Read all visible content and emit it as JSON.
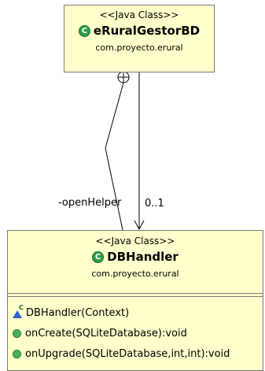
{
  "classes": {
    "top": {
      "stereotype": "<<Java Class>>",
      "name": "eRuralGestorBD",
      "package": "com.proyecto.erural"
    },
    "bottom": {
      "stereotype": "<<Java Class>>",
      "name": "DBHandler",
      "package": "com.proyecto.erural",
      "operations": [
        "DBHandler(Context)",
        "onCreate(SQLiteDatabase):void",
        "onUpgrade(SQLiteDatabase,int,int):void"
      ]
    }
  },
  "association": {
    "role": "-openHelper",
    "multiplicity": "0..1"
  },
  "icons": {
    "class_icon": "class-icon",
    "constructor_icon": "constructor-icon",
    "public_method_icon": "public-method-icon",
    "containment_icon": "containment-circle-icon",
    "arrow_icon": "open-arrowhead-icon"
  }
}
